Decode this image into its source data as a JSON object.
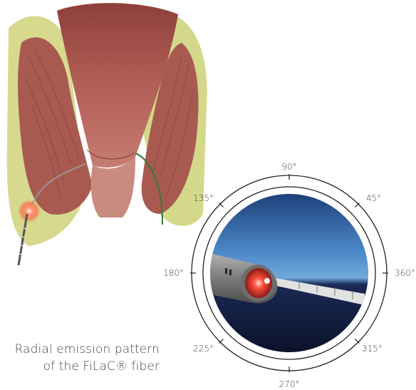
{
  "colors": {
    "tissue_fill": "#b3665e",
    "tissue_dark": "#7a3a34",
    "fat_yellow": "#d6d77a",
    "lumen": "#a04e48",
    "probe_glow": "#ff6a4a",
    "scope_blue_top": "#4a86c6",
    "scope_blue_bottom": "#0d1530",
    "ring_stroke": "#222222",
    "label_color": "#444444"
  },
  "diagram": {
    "angle_labels": {
      "a90": "90°",
      "a45": "45°",
      "a135": "135°",
      "a180": "180°",
      "a360": "360°",
      "a225": "225°",
      "a315": "315°",
      "a270": "270°"
    },
    "caption": {
      "line1": "Radial emission pattern",
      "line2": "of the FiLaC® fiber"
    }
  }
}
